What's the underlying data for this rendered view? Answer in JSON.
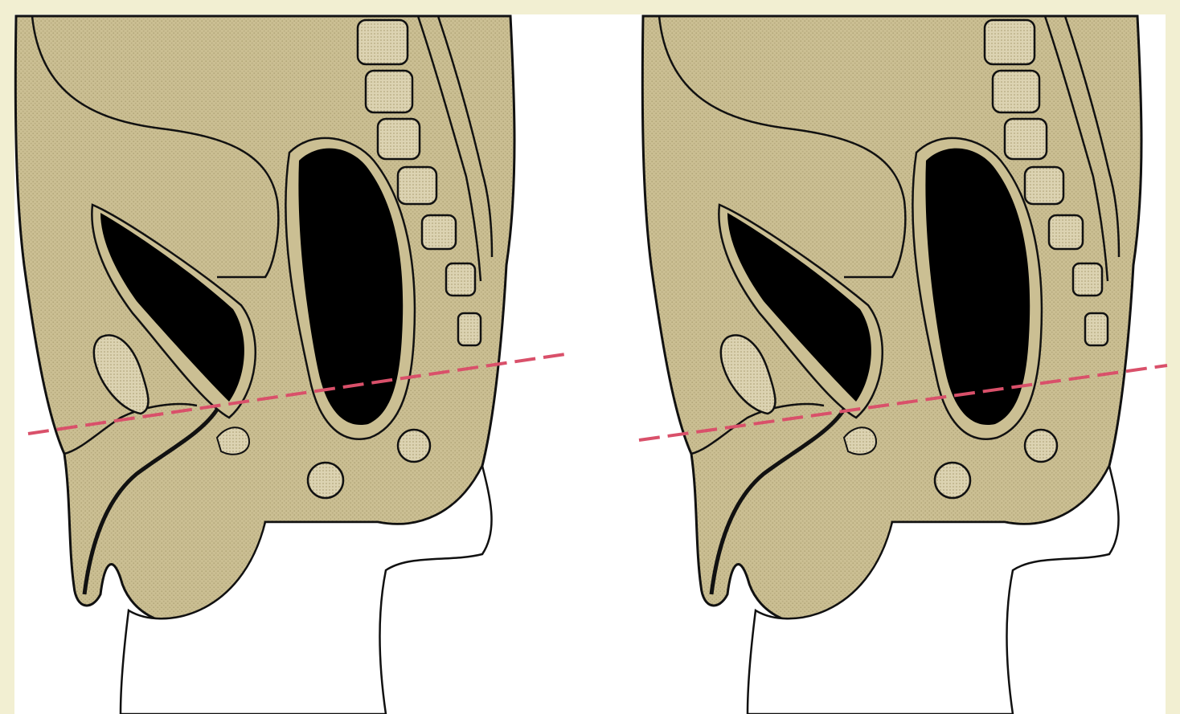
{
  "figure": {
    "panels": [
      {
        "id": "left",
        "description_name": "sagittal-pelvis-view-1"
      },
      {
        "id": "right",
        "description_name": "sagittal-pelvis-view-2"
      }
    ],
    "colors": {
      "border": "#f2efd2",
      "background": "#ffffff",
      "tissue": "#cbbf93",
      "tissue_hatch": "#b3a679",
      "outline": "#111111",
      "lumen": "#000000",
      "reference_line": "#d9506a"
    },
    "line_style": "dashed"
  }
}
